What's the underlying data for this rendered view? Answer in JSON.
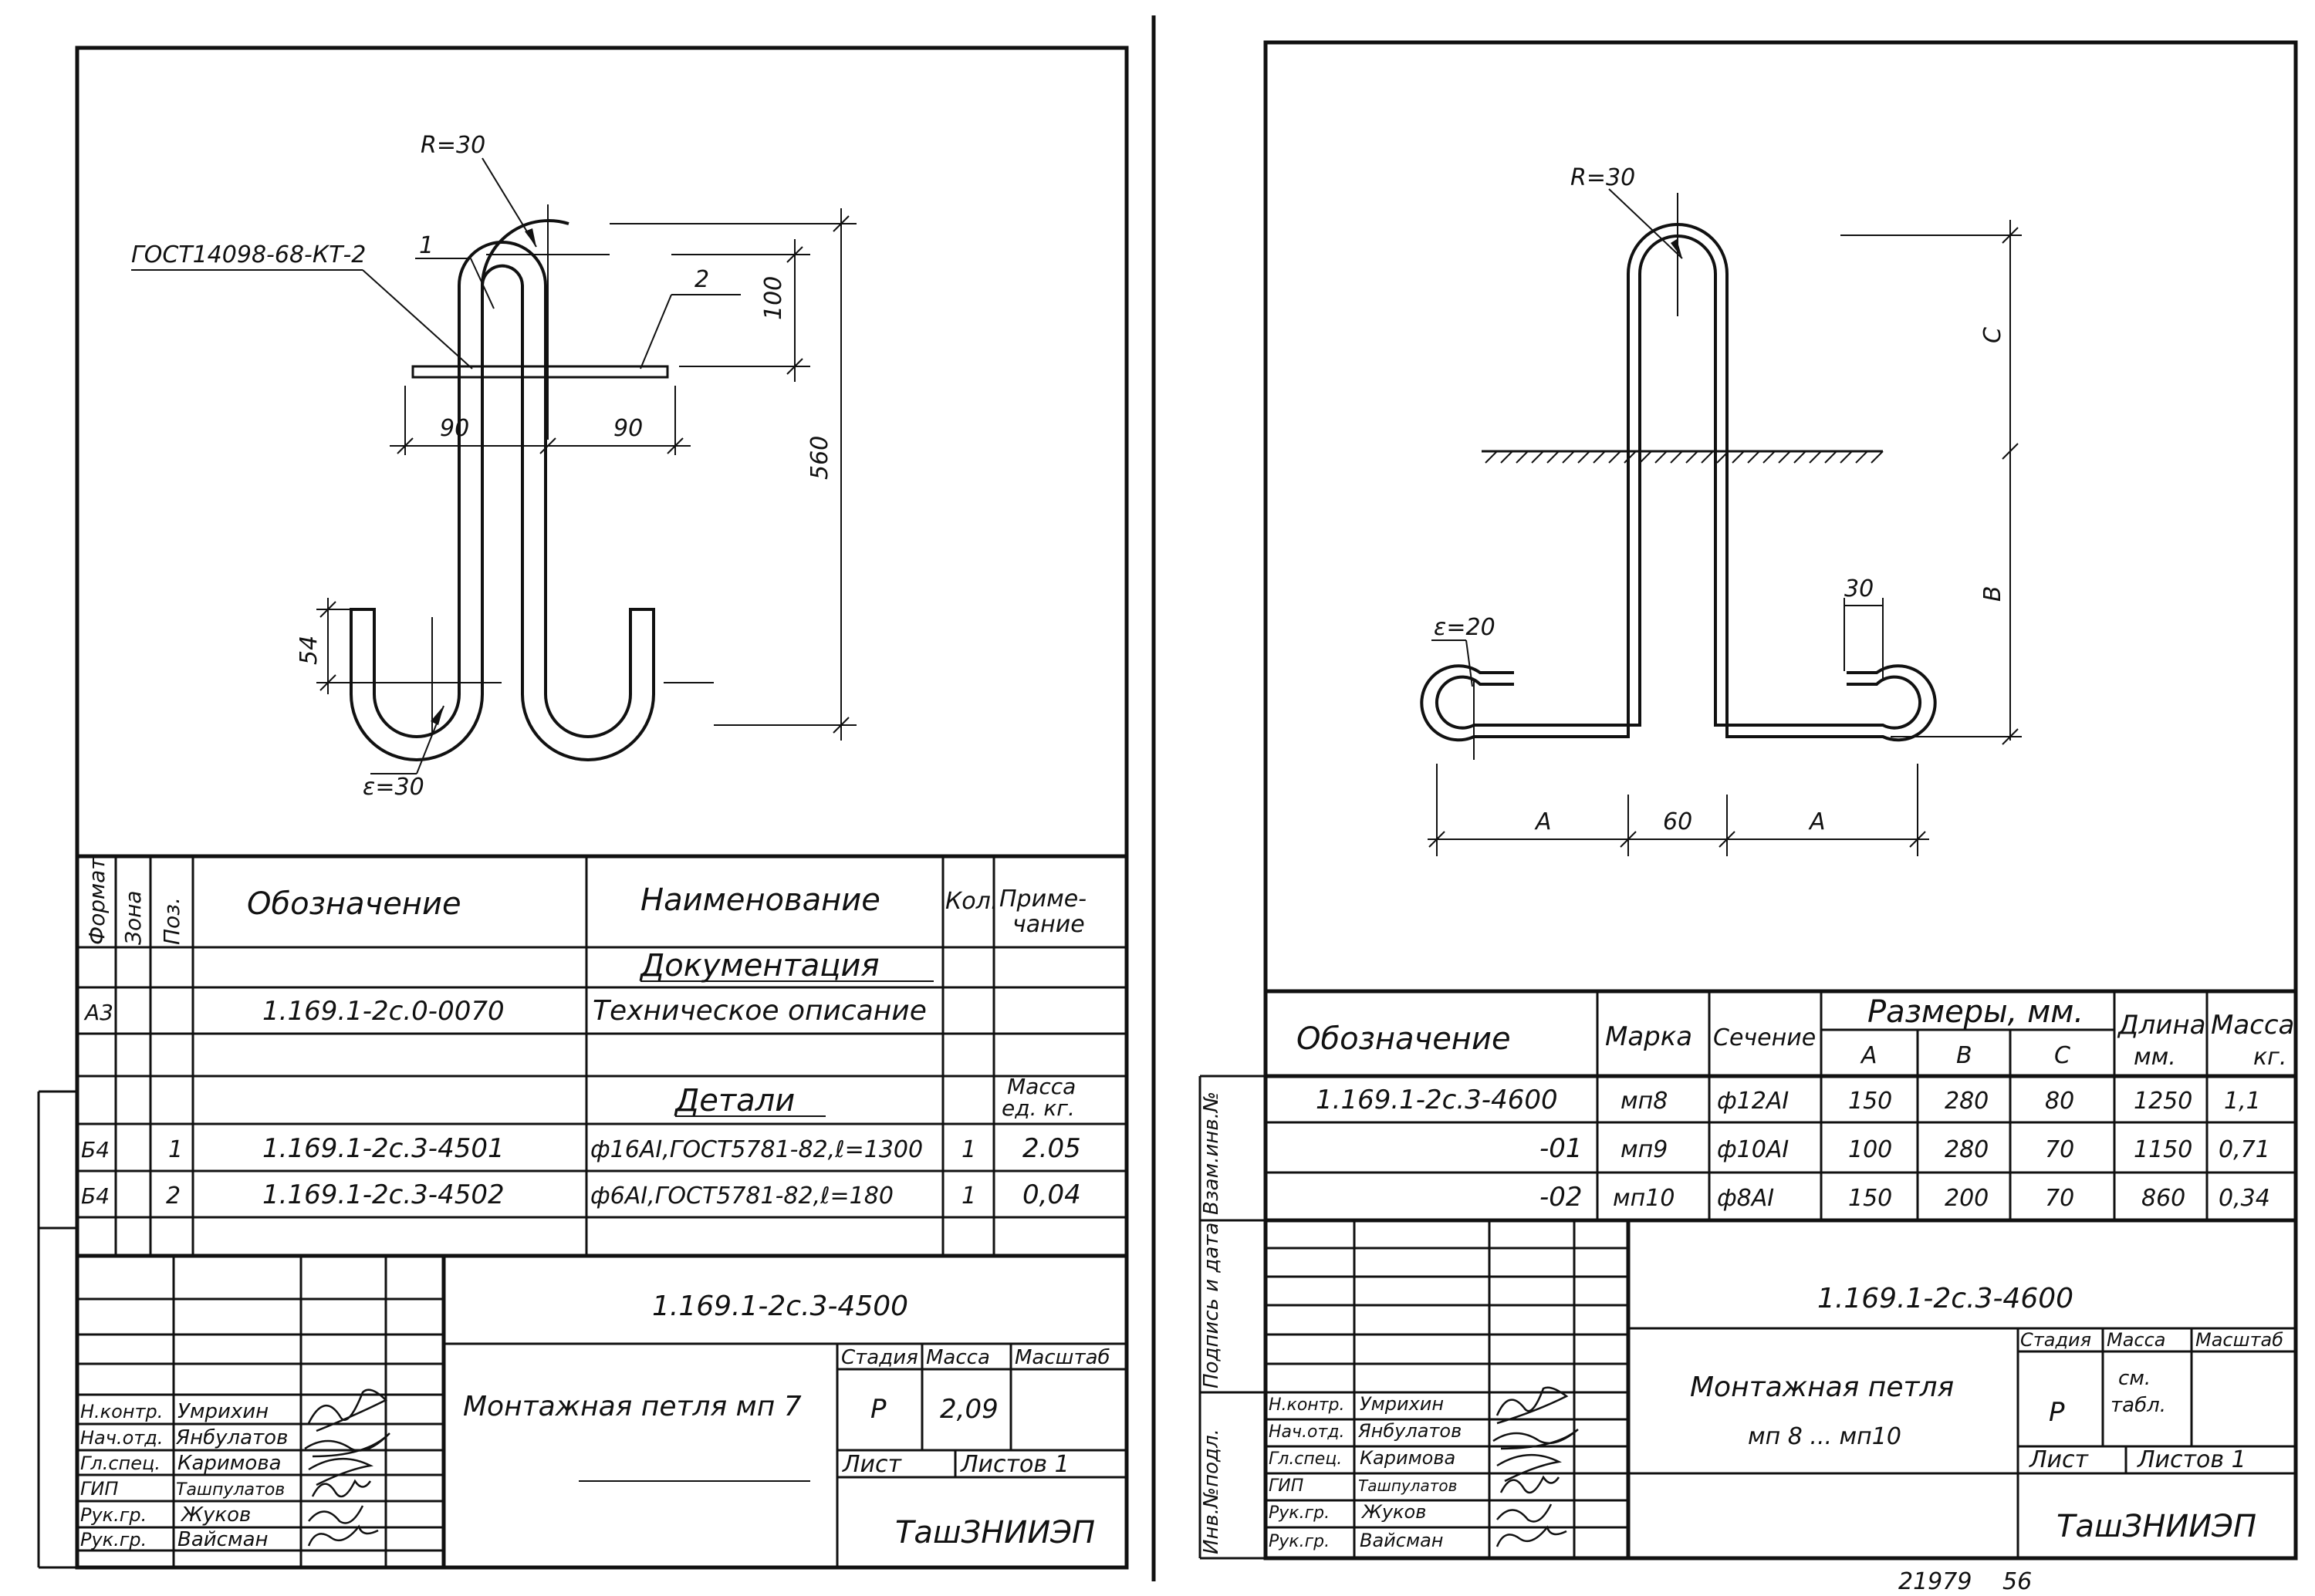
{
  "sheet1": {
    "dims": {
      "r_top": "R=30",
      "gost": "ГОСТ14098-68-КТ-2",
      "pos1": "1",
      "pos2": "2",
      "d100": "100",
      "d560": "560",
      "d90a": "90",
      "d90b": "90",
      "d54": "54",
      "r_bottom": "ɛ=30"
    },
    "table": {
      "headers": {
        "format": "Формат",
        "zone": "Зона",
        "pos": "Поз.",
        "designation": "Обозначение",
        "name": "Наименование",
        "qty": "Кол.",
        "note_1": "Приме-",
        "note_2": "чание"
      },
      "section_docs": "Документация",
      "section_details": "Детали",
      "mass_1": "Масса",
      "mass_2": "ед. кг.",
      "rows": [
        {
          "format": "А3",
          "pos": "",
          "designation": "1.169.1-2с.0-0070",
          "name": "Техническое описание",
          "qty": "",
          "note": ""
        },
        {
          "format": "Б4",
          "pos": "1",
          "designation": "1.169.1-2с.3-4501",
          "name": "ф16АI,ГОСТ5781-82,ℓ=1300",
          "qty": "1",
          "note": "2.05"
        },
        {
          "format": "Б4",
          "pos": "2",
          "designation": "1.169.1-2с.3-4502",
          "name": "ф6АI,ГОСТ5781-82,ℓ=180",
          "qty": "1",
          "note": "0,04"
        }
      ]
    },
    "title": {
      "doc_code": "1.169.1-2с.3-4500",
      "product": "Монтажная петля мп 7",
      "stage_label": "Стадия",
      "mass_label": "Масса",
      "scale_label": "Масштаб",
      "stage": "Р",
      "mass": "2,09",
      "sheet_label": "Лист",
      "sheets_label": "Листов 1",
      "org": "ТашЗНИИЭП",
      "roles": [
        {
          "role": "Н.контр.",
          "name": "Умрихин"
        },
        {
          "role": "Нач.отд.",
          "name": "Янбулатов"
        },
        {
          "role": "Гл.спец.",
          "name": "Каримова"
        },
        {
          "role": "ГИП",
          "name": "Ташпулатов"
        },
        {
          "role": "Рук.гр.",
          "name": "Жуков"
        },
        {
          "role": "Рук.гр.",
          "name": "Вайсман"
        }
      ]
    }
  },
  "sheet2": {
    "dims": {
      "r_top": "R=30",
      "c": "С",
      "b": "В",
      "r_left": "ɛ=20",
      "d30": "30",
      "a_left": "А",
      "d60": "60",
      "a_right": "А"
    },
    "table": {
      "h_designation": "Обозначение",
      "h_mark": "Марка",
      "h_section": "Сечение",
      "h_sizes": "Размеры, мм.",
      "h_a": "А",
      "h_b": "В",
      "h_c": "С",
      "h_length_1": "Длина",
      "h_length_2": "мм.",
      "h_mass_1": "Масса",
      "h_mass_2": "кг.",
      "rows": [
        {
          "designation": "1.169.1-2с.3-4600",
          "mark": "мп8",
          "section": "ф12АI",
          "a": "150",
          "b": "280",
          "c": "80",
          "length": "1250",
          "mass": "1,1"
        },
        {
          "designation": "-01",
          "mark": "мп9",
          "section": "ф10АI",
          "a": "100",
          "b": "280",
          "c": "70",
          "length": "1150",
          "mass": "0,71"
        },
        {
          "designation": "-02",
          "mark": "мп10",
          "section": "ф8АI",
          "a": "150",
          "b": "200",
          "c": "70",
          "length": "860",
          "mass": "0,34"
        }
      ]
    },
    "side_labels": {
      "vzam": "Взам.инв.№",
      "podp": "Подпись и дата",
      "inv": "Инв.№подл."
    },
    "title": {
      "doc_code": "1.169.1-2с.3-4600",
      "product_1": "Монтажная петля",
      "product_2": "мп 8 ... мп10",
      "stage_label": "Стадия",
      "mass_label": "Масса",
      "scale_label": "Масштаб",
      "stage": "Р",
      "mass_1": "см.",
      "mass_2": "табл.",
      "sheet_label": "Лист",
      "sheets_label": "Листов 1",
      "org": "ТашЗНИИЭП",
      "roles": [
        {
          "role": "Н.контр.",
          "name": "Умрихин"
        },
        {
          "role": "Нач.отд.",
          "name": "Янбулатов"
        },
        {
          "role": "Гл.спец.",
          "name": "Каримова"
        },
        {
          "role": "ГИП",
          "name": "Ташпулатов"
        },
        {
          "role": "Рук.гр.",
          "name": "Жуков"
        },
        {
          "role": "Рук.гр.",
          "name": "Вайсман"
        }
      ]
    },
    "footer": {
      "num": "21979",
      "page": "56"
    }
  }
}
